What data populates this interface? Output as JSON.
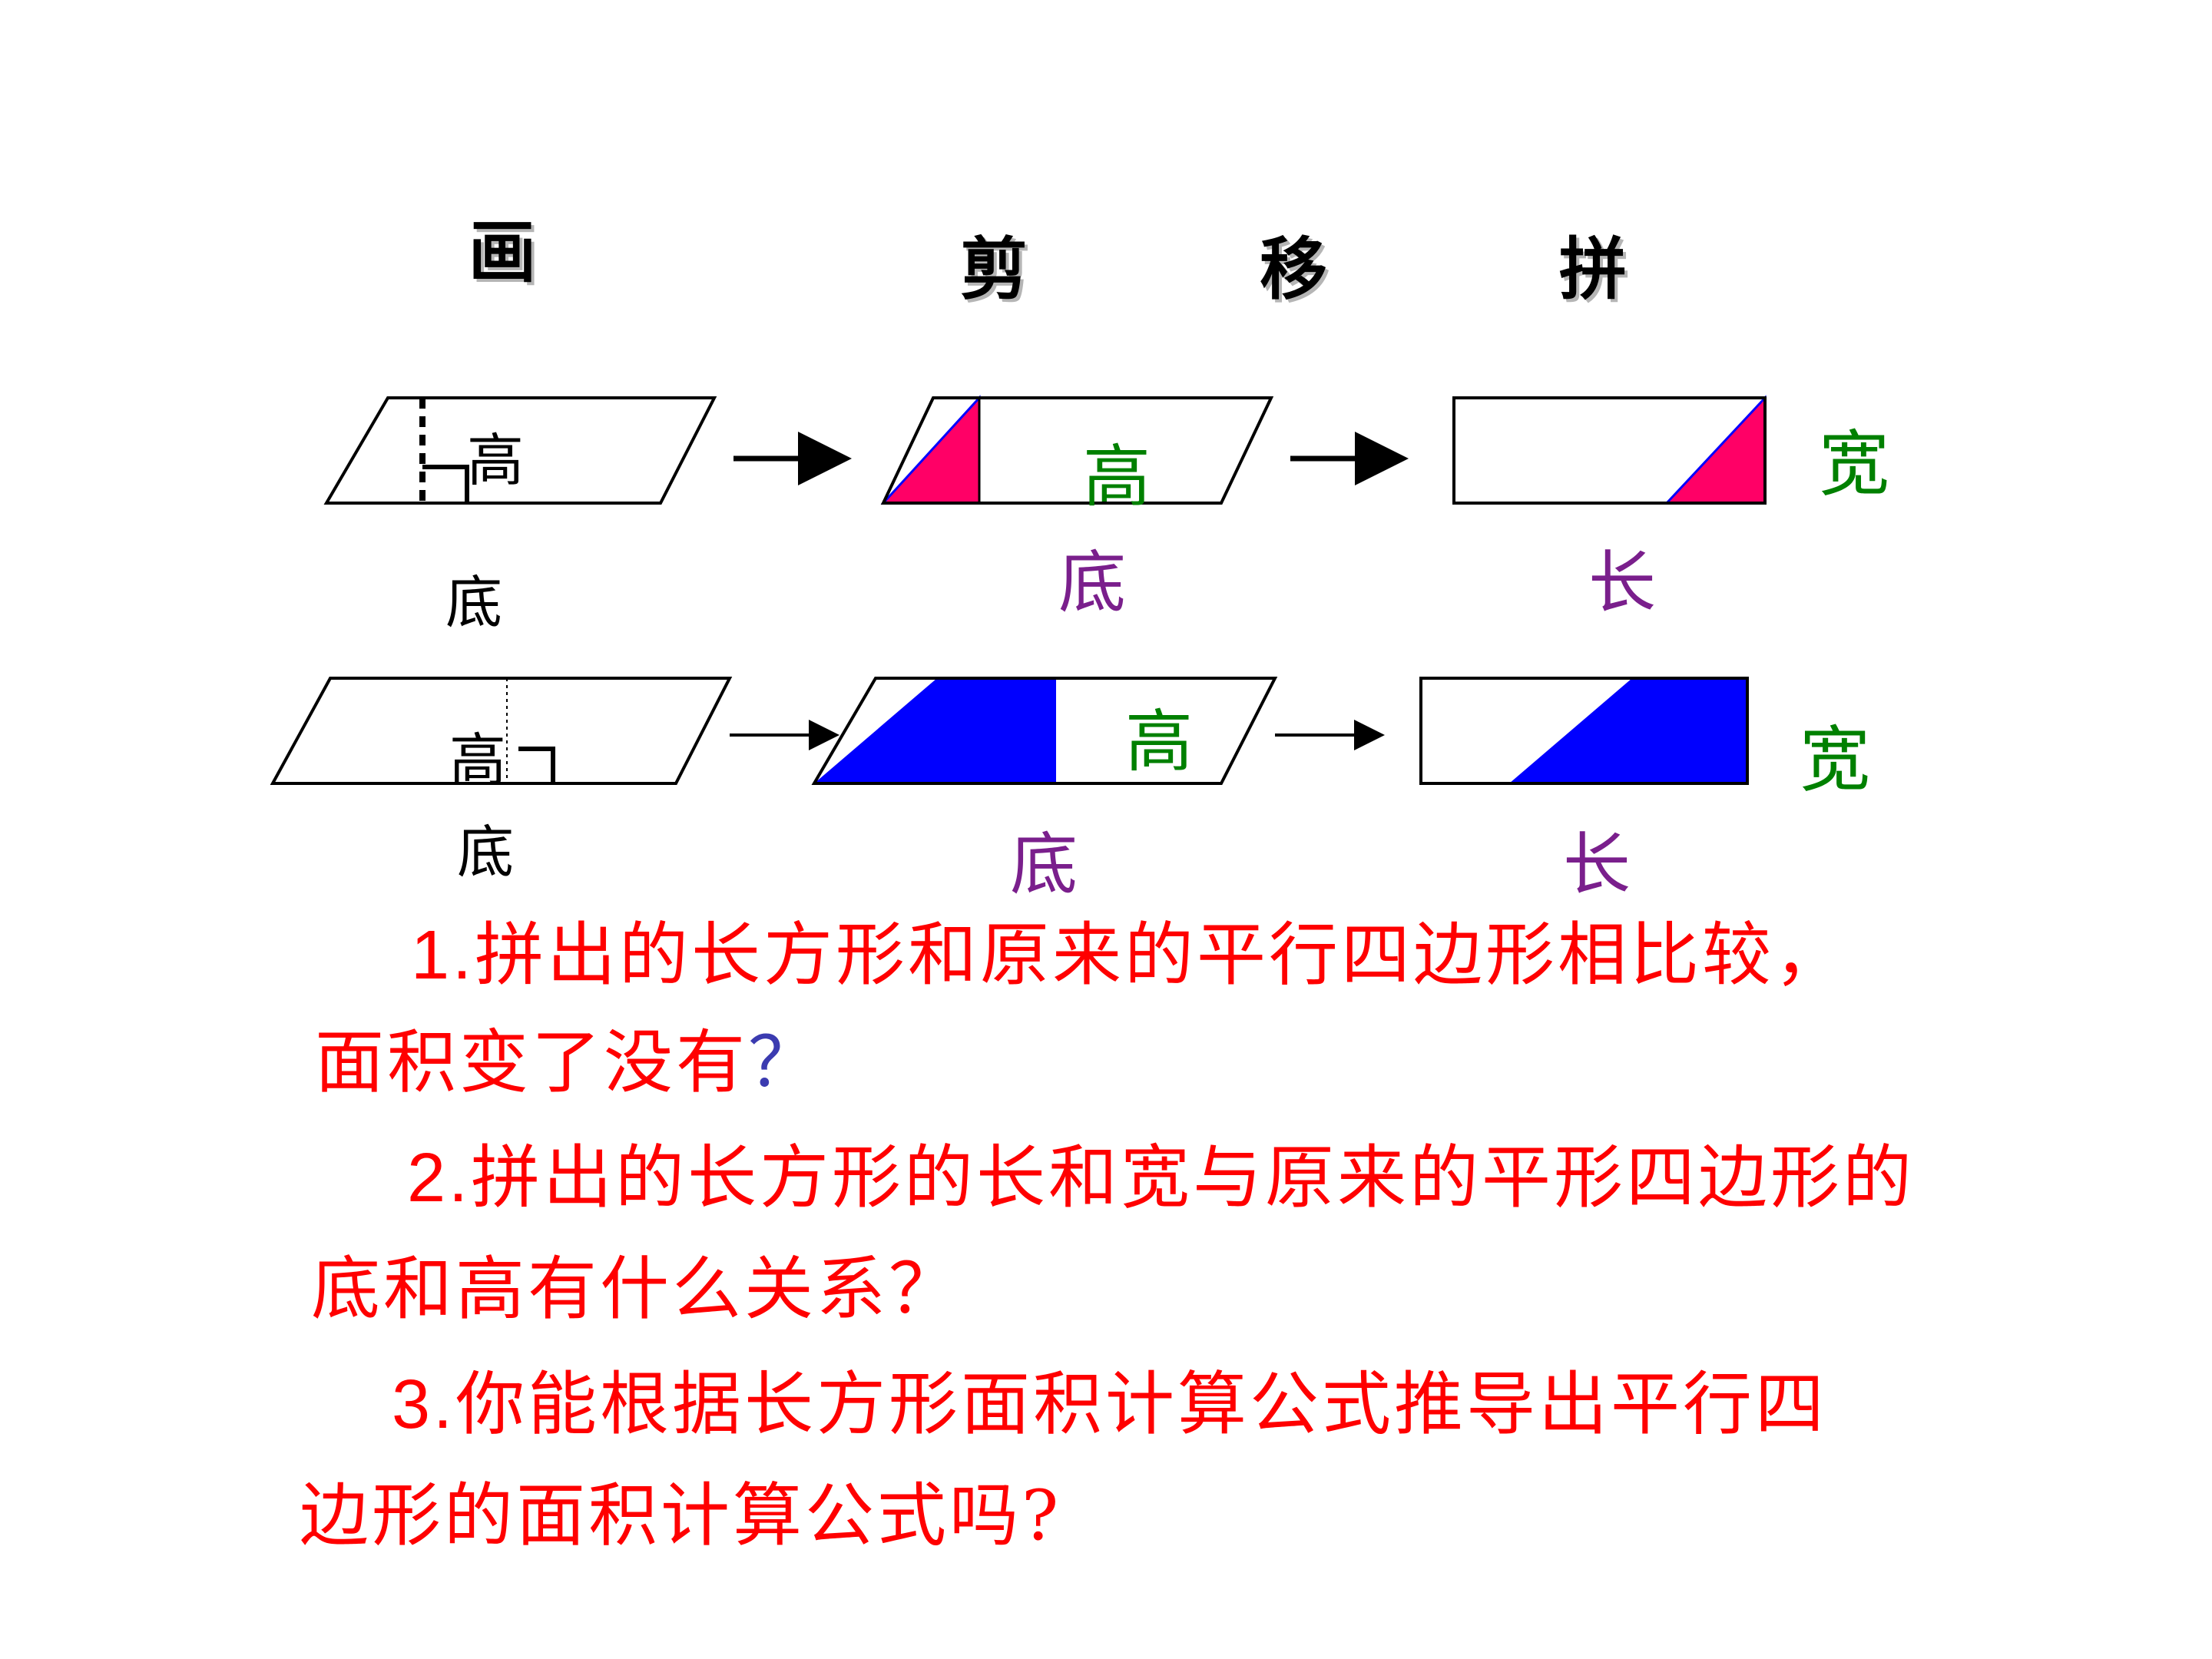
{
  "colors": {
    "magenta": "#ff0066",
    "blue": "#0000ff",
    "green": "#008000",
    "purple": "#7a1f8c",
    "red": "#ff0000",
    "question_mark": "#3b3bb0",
    "black": "#000000"
  },
  "steps": {
    "draw": "画",
    "cut": "剪",
    "move": "移",
    "join": "拼"
  },
  "row1": {
    "height_label_1": "高",
    "base_label_1": "底",
    "height_label_2": "高",
    "base_label_2": "底",
    "length_label": "长",
    "width_label": "宽"
  },
  "row2": {
    "height_label_1": "高",
    "base_label_1": "底",
    "height_label_2": "高",
    "base_label_2": "底",
    "length_label": "长",
    "width_label": "宽"
  },
  "questions": [
    {
      "number": "1.",
      "line1": "拼出的长方形和原来的平行四边形相比较，",
      "line2": "面积变了没有",
      "mark": "？"
    },
    {
      "number": "2.",
      "line1": "拼出的长方形的长和宽与原来的平形四边形的",
      "line2": "底和高有什么关系？"
    },
    {
      "number": "3.",
      "line1": "你能根据长方形面积计算公式推导出平行四",
      "line2": "边形的面积计算公式吗?"
    }
  ]
}
